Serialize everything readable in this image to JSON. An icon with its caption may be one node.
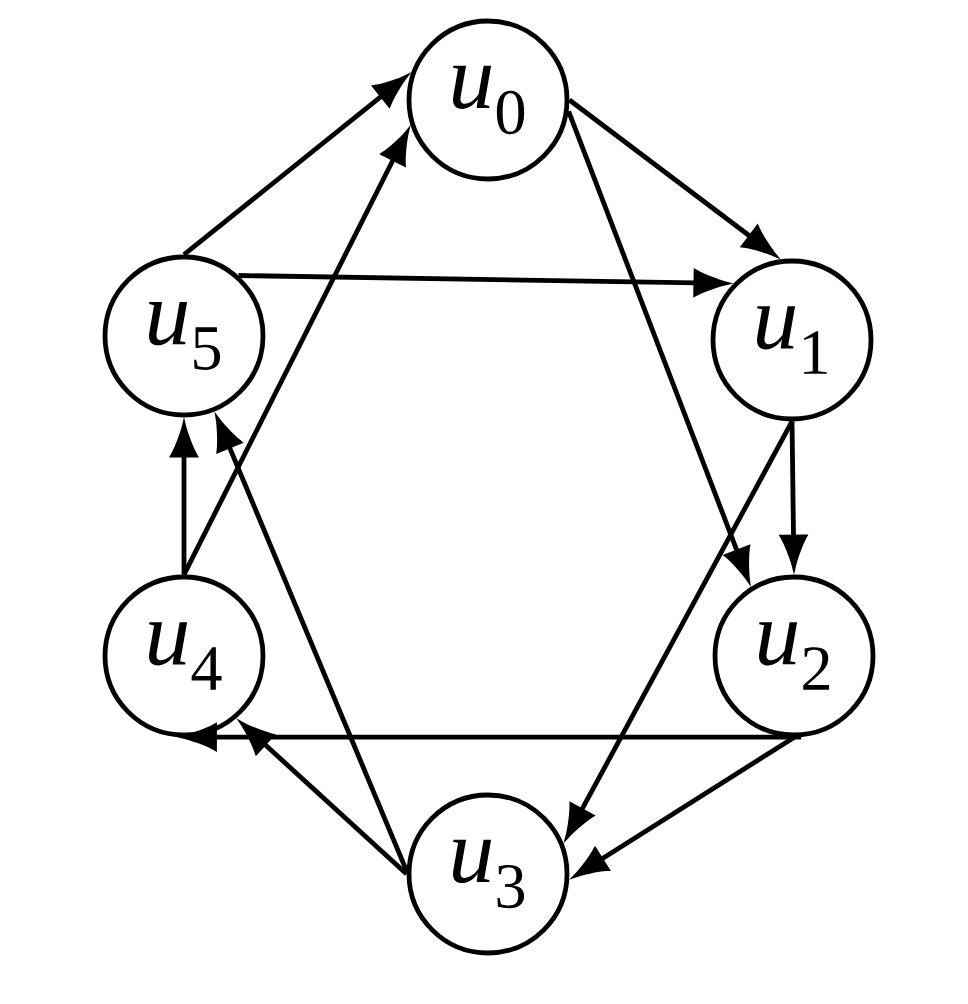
{
  "diagram": {
    "nodes": [
      {
        "text": [
          "*u*$_{0}$"
        ]
      },
      {
        "text": [
          "*u*$_{1}$"
        ]
      },
      {
        "text": [
          "*u*$_{2}$"
        ]
      },
      {
        "text": [
          "*u*$_{3}$"
        ]
      },
      {
        "text": [
          "*u*$_{4}$"
        ]
      },
      {
        "text": [
          "*u*$_{5}$"
        ]
      }
    ],
    "edges": [
      {
        "from": 0,
        "to": 1,
        "arrow": "to"
      },
      {
        "from": 0,
        "to": 2,
        "arrow": "to"
      },
      {
        "from": 1,
        "to": 2,
        "arrow": "to"
      },
      {
        "from": 1,
        "to": 3,
        "arrow": "to"
      },
      {
        "from": 2,
        "to": 3,
        "arrow": "to"
      },
      {
        "from": 2,
        "to": 4,
        "arrow": "to"
      },
      {
        "from": 3,
        "to": 4,
        "arrow": "to"
      },
      {
        "from": 3,
        "to": 5,
        "arrow": "to"
      },
      {
        "from": 4,
        "to": 5,
        "arrow": "to"
      },
      {
        "from": 4,
        "to": 0,
        "arrow": "to"
      },
      {
        "from": 5,
        "to": 0,
        "arrow": "to"
      },
      {
        "from": 5,
        "to": 1,
        "arrow": "to"
      }
    ]
  }
}
